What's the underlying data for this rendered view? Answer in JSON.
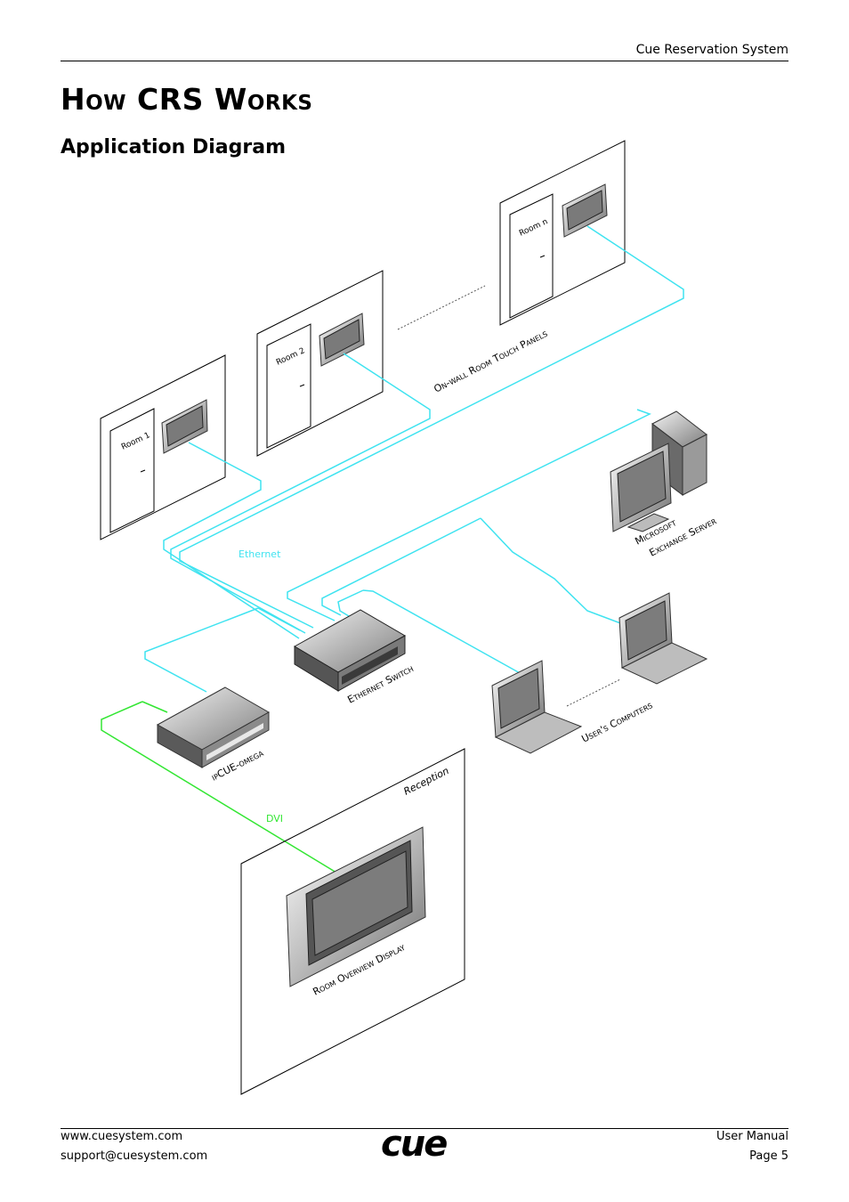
{
  "header": {
    "doc_title": "Cue Reservation System"
  },
  "page_title": "How CRS Works",
  "section_title": "Application Diagram",
  "diagram": {
    "rooms": [
      "Room 1",
      "Room 2",
      "Room n"
    ],
    "panels_label": "On-wall Room Touch Panels",
    "server_label_1": "Microsoft",
    "server_label_2": "Exchange Server",
    "ethernet_label": "Ethernet",
    "switch_label": "Ethernet Switch",
    "computers_label": "User's Computers",
    "controller_label": "ipCUE-omega",
    "dvi_label": "DVI",
    "reception_label": "Reception",
    "display_label": "Room Overview Display",
    "colors": {
      "ethernet": "#3fe3f0",
      "dvi": "#33e633"
    }
  },
  "footer": {
    "website": "www.cuesystem.com",
    "email": "support@cuesystem.com",
    "logo": "cue",
    "manual": "User Manual",
    "page": "Page 5"
  }
}
